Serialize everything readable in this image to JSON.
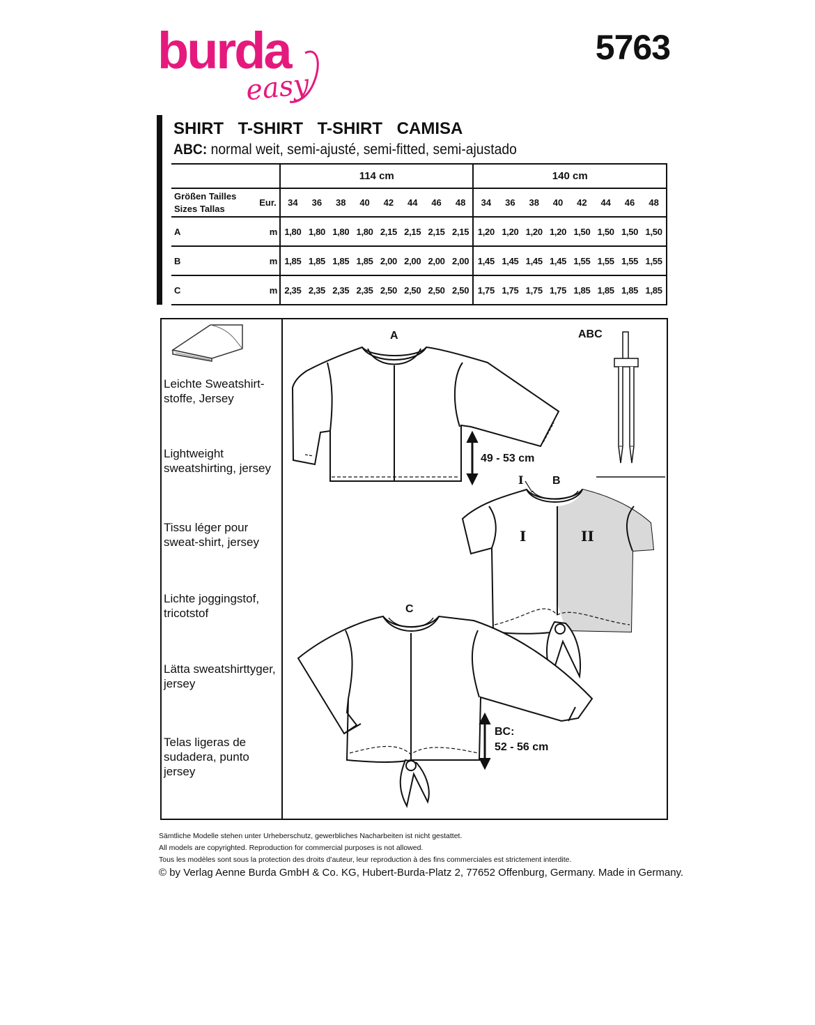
{
  "brand": {
    "name": "burda",
    "sub": "easy",
    "color": "#e5197d"
  },
  "pattern_number": "5763",
  "header": {
    "titles": [
      "SHIRT",
      "T-SHIRT",
      "T-SHIRT",
      "CAMISA"
    ],
    "fit_prefix": "ABC:",
    "fit_text": " normal weit, semi-ajusté, semi-fitted, semi-ajustado"
  },
  "yardage": {
    "widths": [
      "114 cm",
      "140 cm"
    ],
    "size_label_1": "Größen  Tailles",
    "size_label_2": "Sizes  Tallas",
    "eur_label": "Eur.",
    "sizes": [
      "34",
      "36",
      "38",
      "40",
      "42",
      "44",
      "46",
      "48"
    ],
    "unit": "m",
    "rows": [
      {
        "view": "A",
        "w114": [
          "1,80",
          "1,80",
          "1,80",
          "1,80",
          "2,15",
          "2,15",
          "2,15",
          "2,15"
        ],
        "w140": [
          "1,20",
          "1,20",
          "1,20",
          "1,20",
          "1,50",
          "1,50",
          "1,50",
          "1,50"
        ]
      },
      {
        "view": "B",
        "w114": [
          "1,85",
          "1,85",
          "1,85",
          "1,85",
          "2,00",
          "2,00",
          "2,00",
          "2,00"
        ],
        "w140": [
          "1,45",
          "1,45",
          "1,45",
          "1,45",
          "1,55",
          "1,55",
          "1,55",
          "1,55"
        ]
      },
      {
        "view": "C",
        "w114": [
          "2,35",
          "2,35",
          "2,35",
          "2,35",
          "2,50",
          "2,50",
          "2,50",
          "2,50"
        ],
        "w140": [
          "1,75",
          "1,75",
          "1,75",
          "1,75",
          "1,85",
          "1,85",
          "1,85",
          "1,85"
        ]
      }
    ]
  },
  "fabrics": [
    "Leichte Sweatshirt-\nstoffe, Jersey",
    "Lightweight\nsweatshirting, jersey",
    "Tissu léger pour\nsweat-shirt, jersey",
    "Lichte joggingstof,\ntricotstof",
    "Lätta sweatshirttyger,\njersey",
    "Telas ligeras de\nsudadera, punto jersey"
  ],
  "drawings": {
    "label_a": "A",
    "label_b": "B",
    "label_c": "C",
    "label_abc": "ABC",
    "label_i_top": "I",
    "panel_i": "I",
    "panel_ii": "II",
    "length_a": "49 - 53 cm",
    "length_bc_prefix": "BC:",
    "length_bc": "52 - 56 cm",
    "panel_ii_fill": "#d9d9d9"
  },
  "notes": [
    "Sämtliche Modelle stehen unter Urheberschutz, gewerbliches Nacharbeiten ist nicht gestattet.",
    "All models are copyrighted. Reproduction for commercial purposes is not allowed.",
    "Tous les modèles sont sous la protection des droits d’auteur, leur reproduction à des fins commerciales est strictement interdite."
  ],
  "copyright": "© by Verlag Aenne Burda GmbH & Co. KG, Hubert-Burda-Platz 2, 77652 Offenburg, Germany. Made in Germany."
}
